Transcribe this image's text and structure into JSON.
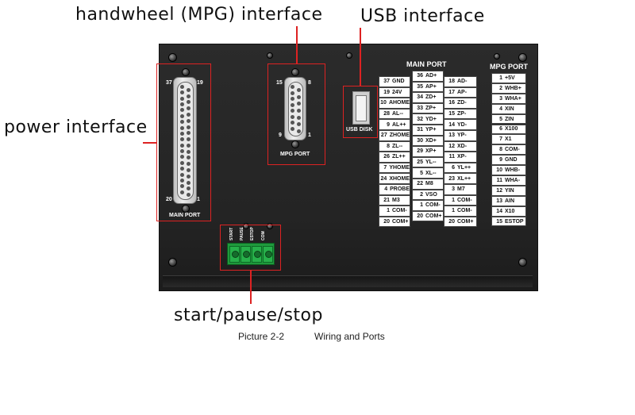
{
  "callouts": {
    "handwheel": "handwheel (MPG) interface",
    "usb": "USB interface",
    "power": "power interface",
    "start": "start/pause/stop"
  },
  "caption": {
    "number": "Picture 2-2",
    "title": "Wiring and Ports"
  },
  "db37": {
    "label": "MAIN PORT",
    "pin_tl": "37",
    "pin_tr": "19",
    "pin_bl": "20",
    "pin_br": "1"
  },
  "db15": {
    "label": "MPG PORT",
    "pin_tl": "15",
    "pin_tr": "8",
    "pin_bl": "9",
    "pin_br": "1"
  },
  "usb": {
    "label": "USB DISK"
  },
  "terminal": {
    "labels": [
      "START",
      "PAUSE",
      "ESTOP",
      "COM"
    ]
  },
  "main_table": {
    "title": "MAIN PORT",
    "left": [
      [
        "37",
        "GND"
      ],
      [
        "19",
        "24V"
      ],
      [
        "10",
        "AHOME"
      ],
      [
        "28",
        "AL--"
      ],
      [
        "9",
        "AL++"
      ],
      [
        "27",
        "ZHOME"
      ],
      [
        "8",
        "ZL--"
      ],
      [
        "26",
        "ZL++"
      ],
      [
        "7",
        "YHOME"
      ],
      [
        "24",
        "XHOME"
      ],
      [
        "4",
        "PROBE"
      ],
      [
        "21",
        "M3"
      ],
      [
        "1",
        "COM-"
      ],
      [
        "20",
        "COM+"
      ]
    ],
    "middle": [
      [
        "36",
        "AD+"
      ],
      [
        "35",
        "AP+"
      ],
      [
        "34",
        "ZD+"
      ],
      [
        "33",
        "ZP+"
      ],
      [
        "32",
        "YD+"
      ],
      [
        "31",
        "YP+"
      ],
      [
        "30",
        "XD+"
      ],
      [
        "29",
        "XP+"
      ],
      [
        "25",
        "YL--"
      ],
      [
        "5",
        "XL--"
      ],
      [
        "22",
        "M8"
      ],
      [
        "2",
        "VSO"
      ],
      [
        "1",
        "COM-"
      ],
      [
        "20",
        "COM+"
      ]
    ],
    "right": [
      [
        "18",
        "AD-"
      ],
      [
        "17",
        "AP-"
      ],
      [
        "16",
        "ZD-"
      ],
      [
        "15",
        "ZP-"
      ],
      [
        "14",
        "YD-"
      ],
      [
        "13",
        "YP-"
      ],
      [
        "12",
        "XD-"
      ],
      [
        "11",
        "XP-"
      ],
      [
        "6",
        "YL++"
      ],
      [
        "23",
        "XL++"
      ],
      [
        "3",
        "M7"
      ],
      [
        "1",
        "COM-"
      ],
      [
        "1",
        "COM-"
      ],
      [
        "20",
        "COM+"
      ]
    ]
  },
  "mpg_table": {
    "title": "MPG PORT",
    "rows": [
      [
        "1",
        "+5V"
      ],
      [
        "2",
        "WHB+"
      ],
      [
        "3",
        "WHA+"
      ],
      [
        "4",
        "XIN"
      ],
      [
        "5",
        "ZIN"
      ],
      [
        "6",
        "X100"
      ],
      [
        "7",
        "X1"
      ],
      [
        "8",
        "COM-"
      ],
      [
        "9",
        "GND"
      ],
      [
        "10",
        "WHB-"
      ],
      [
        "11",
        "WHA-"
      ],
      [
        "12",
        "YIN"
      ],
      [
        "13",
        "AIN"
      ],
      [
        "14",
        "X10"
      ],
      [
        "15",
        "ESTOP"
      ]
    ]
  }
}
